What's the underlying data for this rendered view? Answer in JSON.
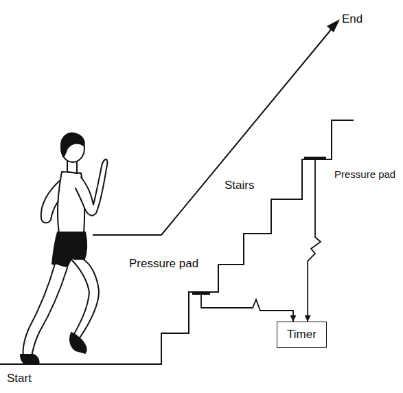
{
  "diagram": {
    "nodes": [
      {
        "text": [
          "Pressure pad"
        ]
      },
      {
        "text": [
          "Pressure pad"
        ]
      },
      {
        "text": [
          "Timer"
        ]
      }
    ],
    "edges": [
      {
        "from": 0,
        "to": 2,
        "arrow": "to"
      },
      {
        "from": 1,
        "to": 2,
        "arrow": "to"
      }
    ],
    "labels": [
      "End",
      "Stairs",
      "Start"
    ]
  }
}
